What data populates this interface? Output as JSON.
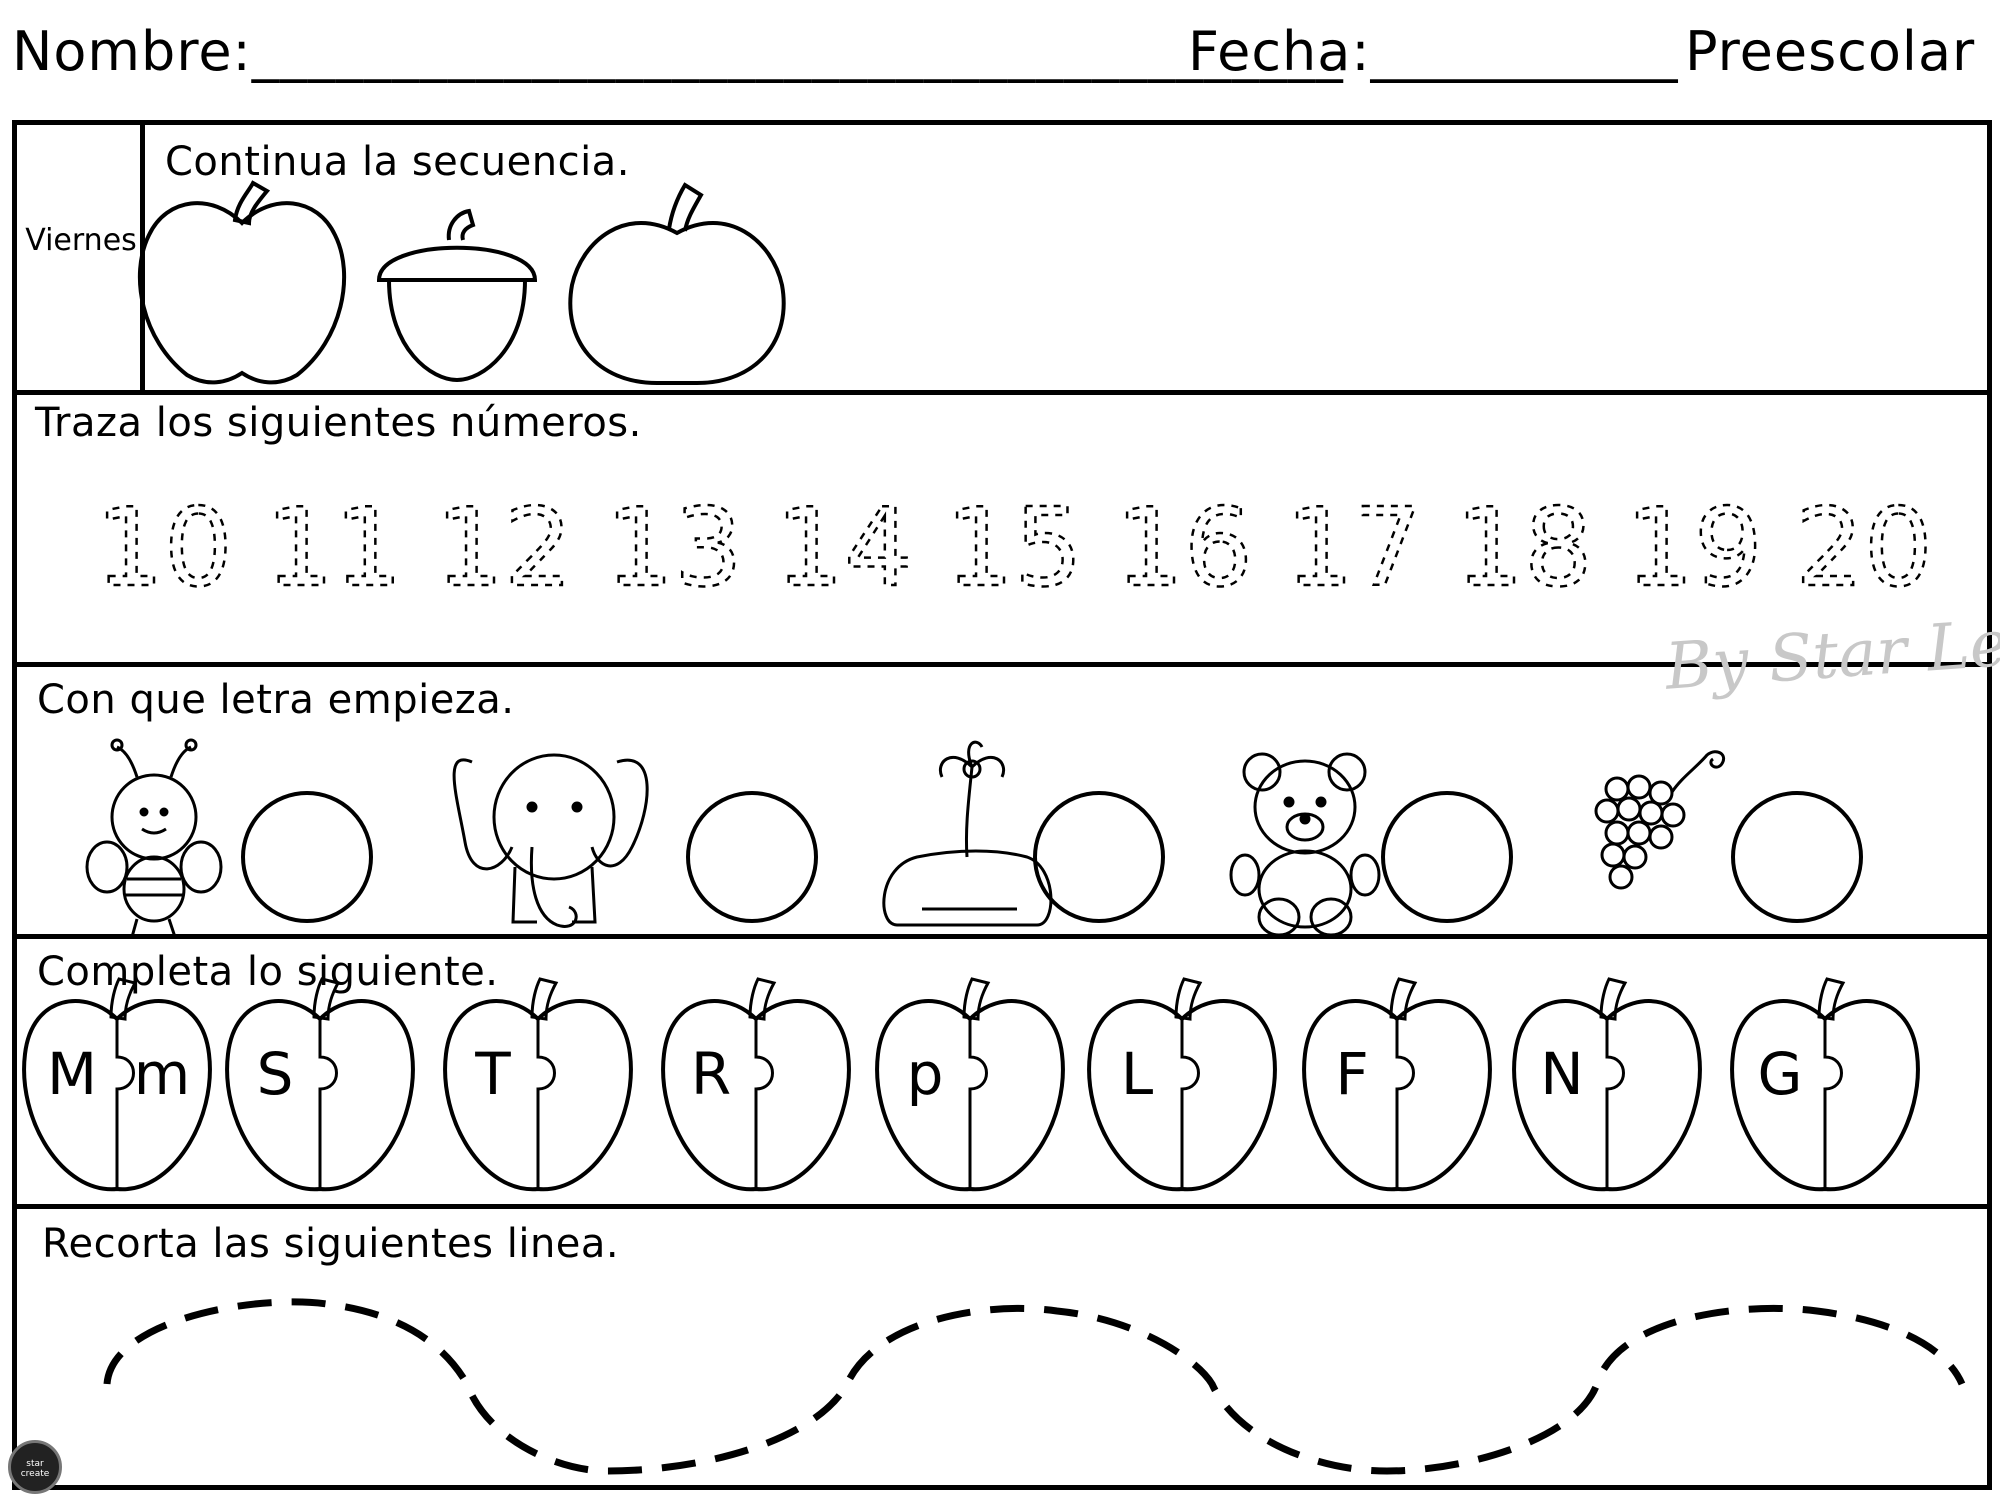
{
  "header": {
    "name_label": "Nombre:_______________________________________",
    "date_label": "Fecha:___________",
    "level": "Preescolar"
  },
  "day": "Viernes",
  "sections": {
    "sequence": {
      "instruction": "Continua la secuencia.",
      "items": [
        "apple-icon",
        "acorn-icon",
        "pumpkin-icon"
      ]
    },
    "trace": {
      "instruction": "Traza los siguientes números.",
      "numbers": [
        "10",
        "11",
        "12",
        "13",
        "14",
        "15",
        "16",
        "17",
        "18",
        "19",
        "20"
      ]
    },
    "first_letter": {
      "instruction": "Con que letra empieza.",
      "items": [
        "bee-icon",
        "elephant-icon",
        "island-icon",
        "bear-icon",
        "grapes-icon"
      ]
    },
    "complete": {
      "instruction": "Completa lo siguiente.",
      "pairs": [
        {
          "upper": "M",
          "lower": "m"
        },
        {
          "upper": "S",
          "lower": ""
        },
        {
          "upper": "T",
          "lower": ""
        },
        {
          "upper": "R",
          "lower": ""
        },
        {
          "upper": "p",
          "lower": ""
        },
        {
          "upper": "L",
          "lower": ""
        },
        {
          "upper": "F",
          "lower": ""
        },
        {
          "upper": "N",
          "lower": ""
        },
        {
          "upper": "G",
          "lower": ""
        }
      ]
    },
    "cut": {
      "instruction": "Recorta las siguientes linea."
    }
  },
  "watermark": "By Star Leyva",
  "logo_text": "star create",
  "colors": {
    "ink": "#000000",
    "watermark": "#c8c8c8"
  }
}
